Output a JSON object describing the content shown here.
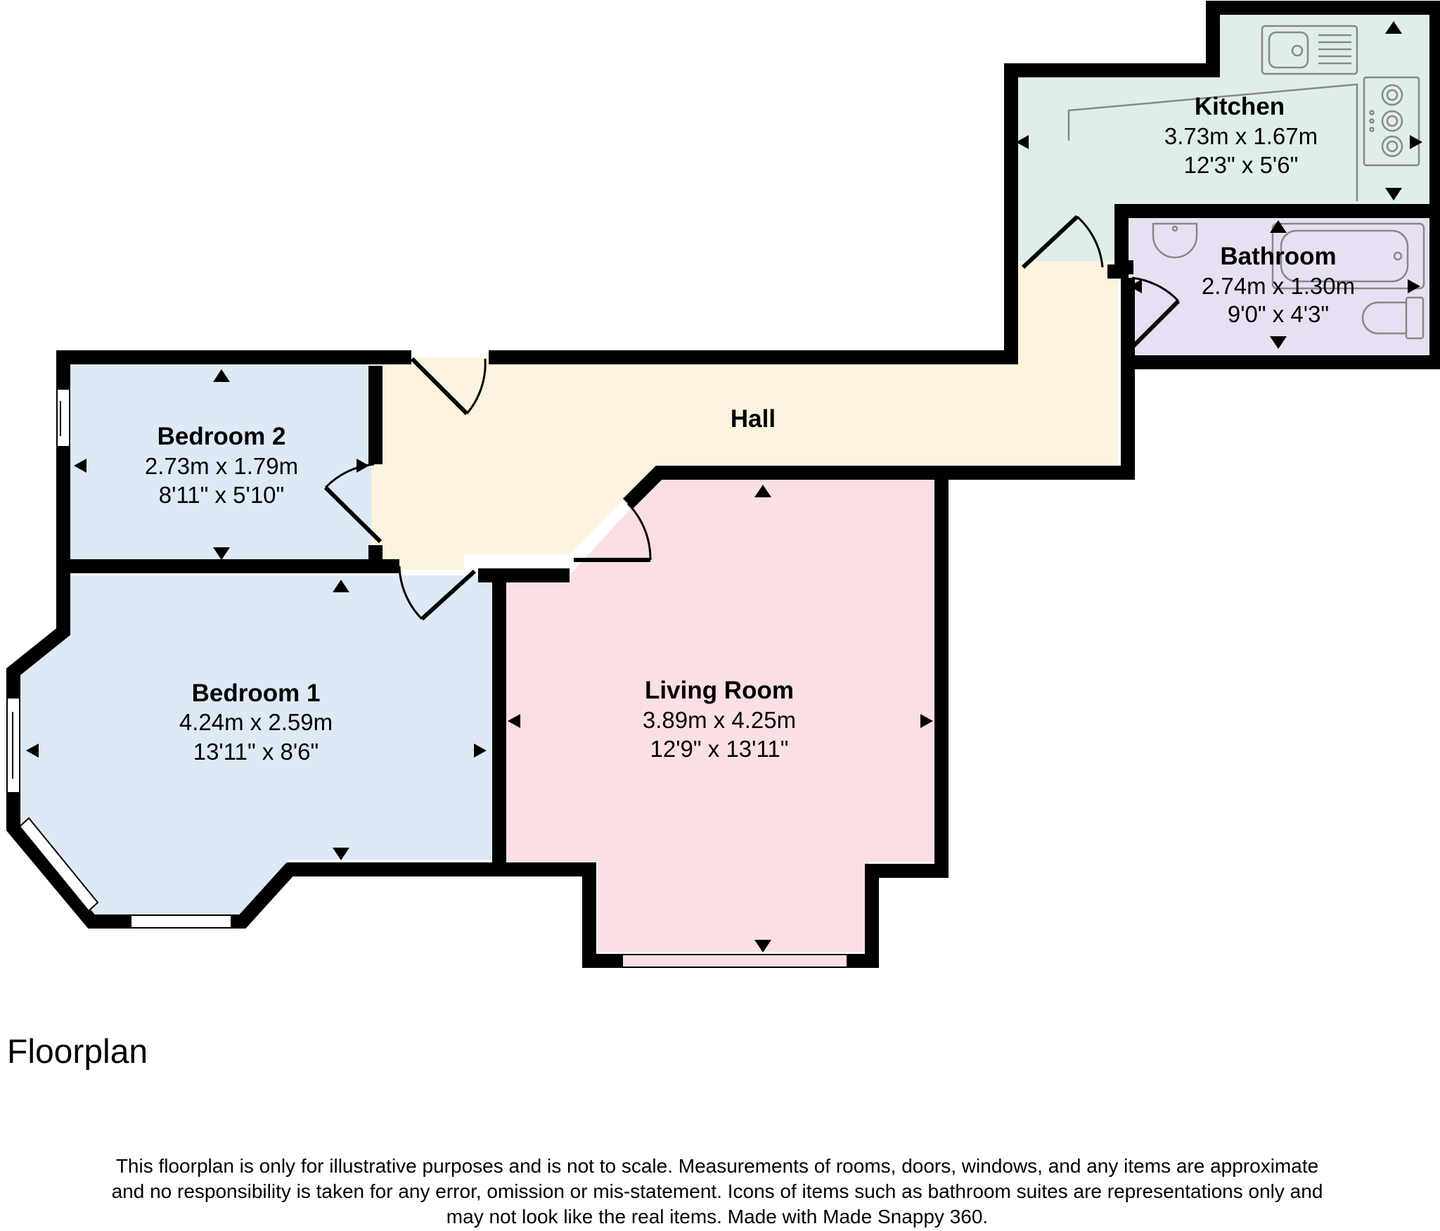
{
  "plan_title": "Floorplan",
  "colors": {
    "kitchen": "#dfeeea",
    "bathroom": "#e7e0f2",
    "hall": "#fcf4de",
    "bedroom": "#dde9f5",
    "living_room": "#fadfe4",
    "wall": "#000000",
    "window": "#ffffff"
  },
  "rooms": {
    "kitchen": {
      "name": "Kitchen",
      "metric": "3.73m x 1.67m",
      "imperial": "12'3\" x 5'6\""
    },
    "bathroom": {
      "name": "Bathroom",
      "metric": "2.74m x 1.30m",
      "imperial": "9'0\" x 4'3\""
    },
    "hall": {
      "name": "Hall"
    },
    "bedroom_2": {
      "name": "Bedroom 2",
      "metric": "2.73m x 1.79m",
      "imperial": "8'11\" x 5'10\""
    },
    "bedroom_1": {
      "name": "Bedroom 1",
      "metric": "4.24m x 2.59m",
      "imperial": "13'11\" x 8'6\""
    },
    "living_room": {
      "name": "Living Room",
      "metric": "3.89m x 4.25m",
      "imperial": "12'9\" x 13'11\""
    }
  },
  "icons": [
    "sink-icon",
    "hob-icon",
    "bath-icon",
    "basin-icon",
    "toilet-icon",
    "door-swing-icon",
    "window-icon",
    "dimension-arrow-icon"
  ],
  "disclaimer": {
    "line1": "This floorplan is only for illustrative purposes and is not to scale. Measurements of rooms, doors, windows, and any items are approximate",
    "line2": "and no responsibility is taken for any error, omission or mis-statement. Icons of items such as bathroom suites are representations only and",
    "line3": "may not look like the real items. Made with Made Snappy 360."
  }
}
